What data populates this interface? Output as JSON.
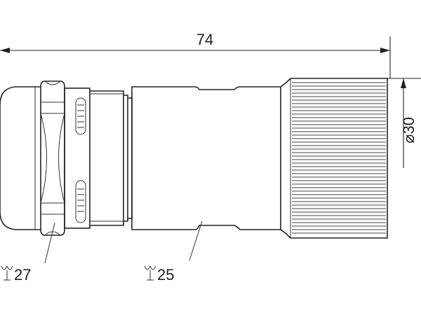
{
  "dimensions": {
    "length": "74",
    "diameter": "⌀30"
  },
  "wrench_labels": {
    "nut_left": "27",
    "body_mid": "25"
  },
  "icons": {
    "wrench": "wrench-icon"
  }
}
